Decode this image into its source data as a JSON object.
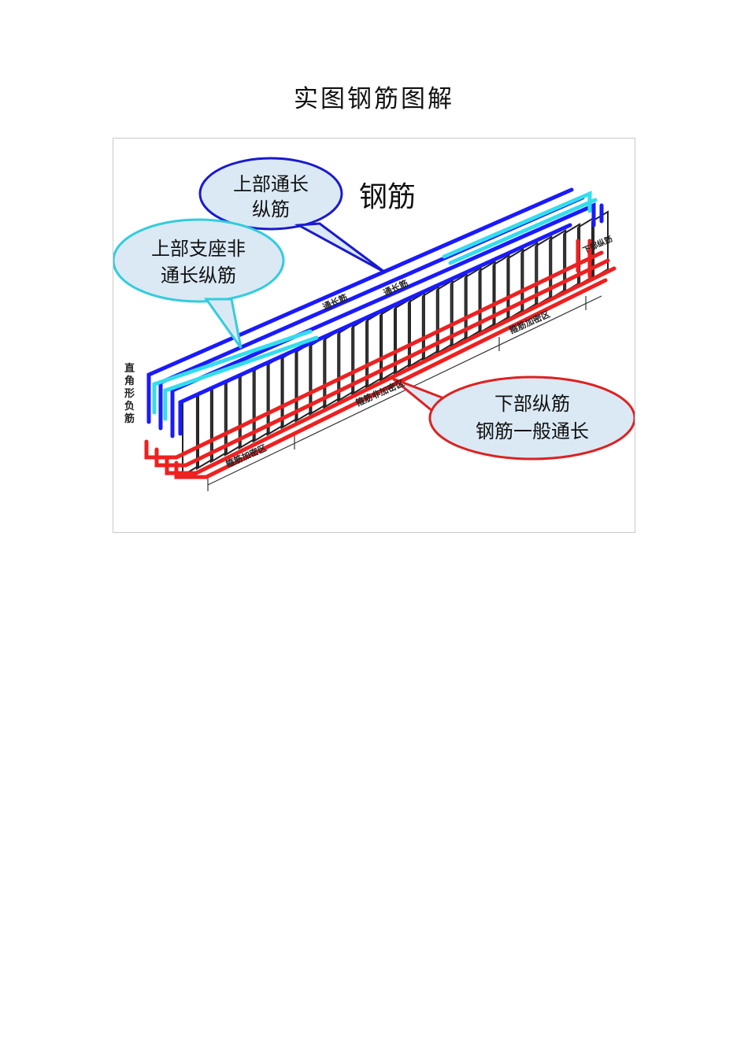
{
  "title": "实图钢筋图解",
  "figure": {
    "heading": "钢筋",
    "callouts": {
      "top_continuous": [
        "上部通长",
        "纵筋"
      ],
      "top_support": [
        "上部支座非",
        "通长纵筋"
      ],
      "bottom": [
        "下部纵筋",
        "钢筋一般通长"
      ]
    },
    "labels": {
      "continuous_1": "通长筋",
      "continuous_2": "通长筋",
      "stirrup_dense_left": "箍筋加密区",
      "stirrup_normal": "箍筋非加密区",
      "stirrup_dense_right": "箍筋加密区",
      "right_angle_negative": "直角形负筋",
      "bottom_bar_right": "下部纵筋"
    },
    "colors": {
      "top_bar": "#1a1aff",
      "support_bar": "#33ddee",
      "bottom_bar": "#ee2020",
      "stirrup": "#222222",
      "callout_fill": "#dbe9f5",
      "callout_blue_stroke": "#1a1acc",
      "callout_cyan_stroke": "#33ccdd",
      "callout_red_stroke": "#dd2222"
    }
  }
}
